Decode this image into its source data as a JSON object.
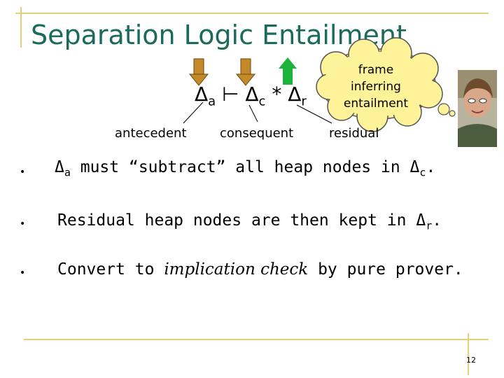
{
  "slide": {
    "title": "Separation Logic Entailment",
    "formula": {
      "delta_a": "Δ",
      "sub_a": "a",
      "turnstile": " ⊢ ",
      "delta_c": "Δ",
      "sub_c": "c",
      "star": " * ",
      "delta_r": "Δ",
      "sub_r": "r"
    },
    "labels": {
      "antecedent": "antecedent",
      "consequent": "consequent",
      "residual": "residual"
    },
    "cloud": {
      "line1": "frame",
      "line2": "inferring",
      "line3": "entailment"
    },
    "bullets": {
      "b1": {
        "d1": "Δ",
        "s1": "a",
        "mid": " must “subtract” all heap nodes in ",
        "d2": "Δ",
        "s2": "c",
        "end": "."
      },
      "b2": {
        "pre": "Residual heap nodes are then kept in ",
        "d": "Δ",
        "s": "r",
        "end": "."
      },
      "b3": {
        "pre": "Convert to ",
        "em": "implication check",
        "post": " by pure prover."
      }
    },
    "page_number": "12",
    "colors": {
      "title": "#1a6b5a",
      "rule": "#e6cf7a",
      "arrow_down": "#c48a2a",
      "arrow_up": "#1db33a",
      "cloud_fill": "#fff39a"
    }
  }
}
